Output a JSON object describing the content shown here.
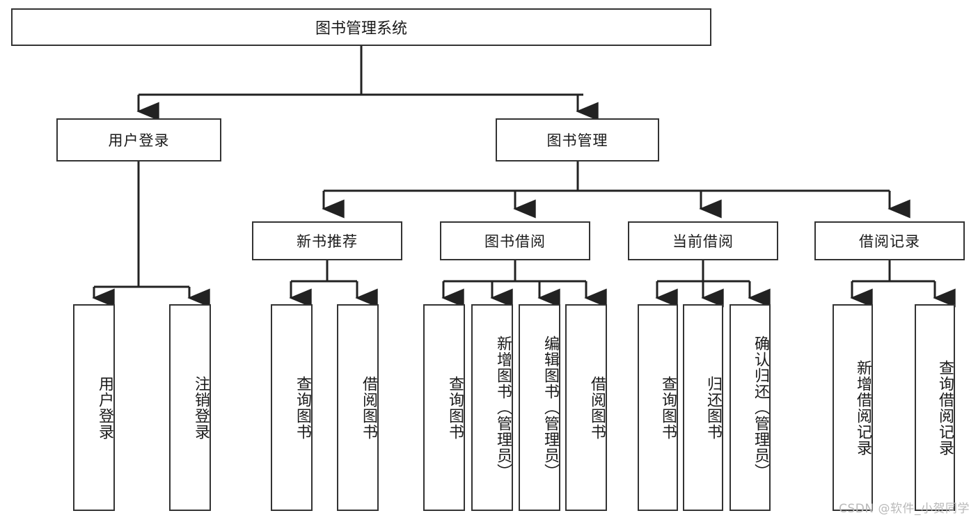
{
  "diagram": {
    "type": "tree",
    "title": "图书管理系统",
    "watermark": "CSDN @软件_小贺同学",
    "colors": {
      "box_border": "#333333",
      "box_fill": "#ffffff",
      "connector": "#222222",
      "text": "#1a1a1a",
      "watermark": "#b9b9b9"
    },
    "nodes": {
      "root": {
        "label": "图书管理系统"
      },
      "level2": [
        {
          "id": "user-login",
          "label": "用户登录"
        },
        {
          "id": "book-management",
          "label": "图书管理"
        }
      ],
      "level3": [
        {
          "id": "new-book-recommend",
          "label": "新书推荐"
        },
        {
          "id": "book-borrow",
          "label": "图书借阅"
        },
        {
          "id": "current-borrow",
          "label": "当前借阅"
        },
        {
          "id": "borrow-record",
          "label": "借阅记录"
        }
      ],
      "leaves": {
        "user-login": [
          {
            "id": "leaf-user-login",
            "label": "用户登录"
          },
          {
            "id": "leaf-logout-login",
            "label": "注销登录"
          }
        ],
        "new-book-recommend": [
          {
            "id": "leaf-query-book-1",
            "label": "查询图书"
          },
          {
            "id": "leaf-borrow-book-1",
            "label": "借阅图书"
          }
        ],
        "book-borrow": [
          {
            "id": "leaf-query-book-2",
            "label": "查询图书"
          },
          {
            "id": "leaf-add-book",
            "label": "新增图书（管理员）"
          },
          {
            "id": "leaf-edit-book",
            "label": "编辑图书（管理员）"
          },
          {
            "id": "leaf-borrow-book-2",
            "label": "借阅图书"
          }
        ],
        "current-borrow": [
          {
            "id": "leaf-query-book-3",
            "label": "查询图书"
          },
          {
            "id": "leaf-return-book",
            "label": "归还图书"
          },
          {
            "id": "leaf-confirm-return",
            "label": "确认归还（管理员）"
          }
        ],
        "borrow-record": [
          {
            "id": "leaf-add-record",
            "label": "新增借阅记录"
          },
          {
            "id": "leaf-query-record",
            "label": "查询借阅记录"
          }
        ]
      }
    }
  }
}
